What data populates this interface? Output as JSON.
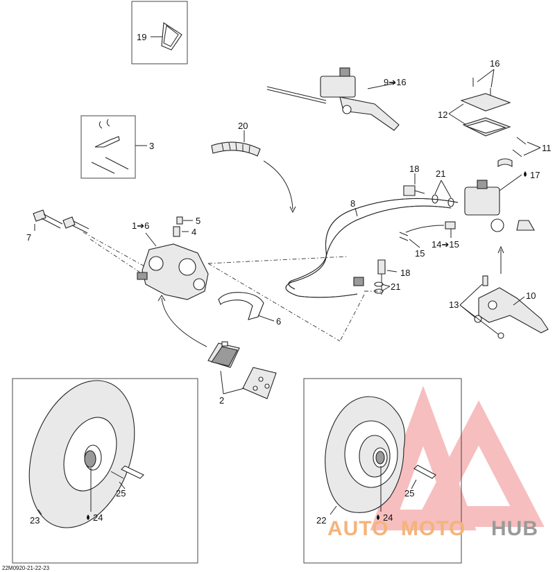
{
  "figure_code": "22M0920-21-22-23",
  "callouts": {
    "c19": "19",
    "c3": "3",
    "c20": "20",
    "c9_16": "9➔16",
    "c16": "16",
    "c12": "12",
    "c11": "11",
    "c18a": "18",
    "c21a": "21",
    "c17": "17",
    "c8": "8",
    "c1_6": "1➔6",
    "c5": "5",
    "c4": "4",
    "c7": "7",
    "c15": "15",
    "c14_15": "14➔15",
    "c18b": "18",
    "c21b": "21",
    "c6": "6",
    "c10": "10",
    "c13": "13",
    "c2": "2",
    "c25a": "25",
    "c23": "23",
    "c24a": "24",
    "c25b": "25",
    "c22": "22",
    "c24b": "24"
  },
  "watermark": {
    "part_a": "AUTO",
    "part_b": "MOTO",
    "part_c": "HUB",
    "color_a": "#f4b47a",
    "color_c": "#9a9a9a",
    "logo_color": "#f08a8a"
  }
}
